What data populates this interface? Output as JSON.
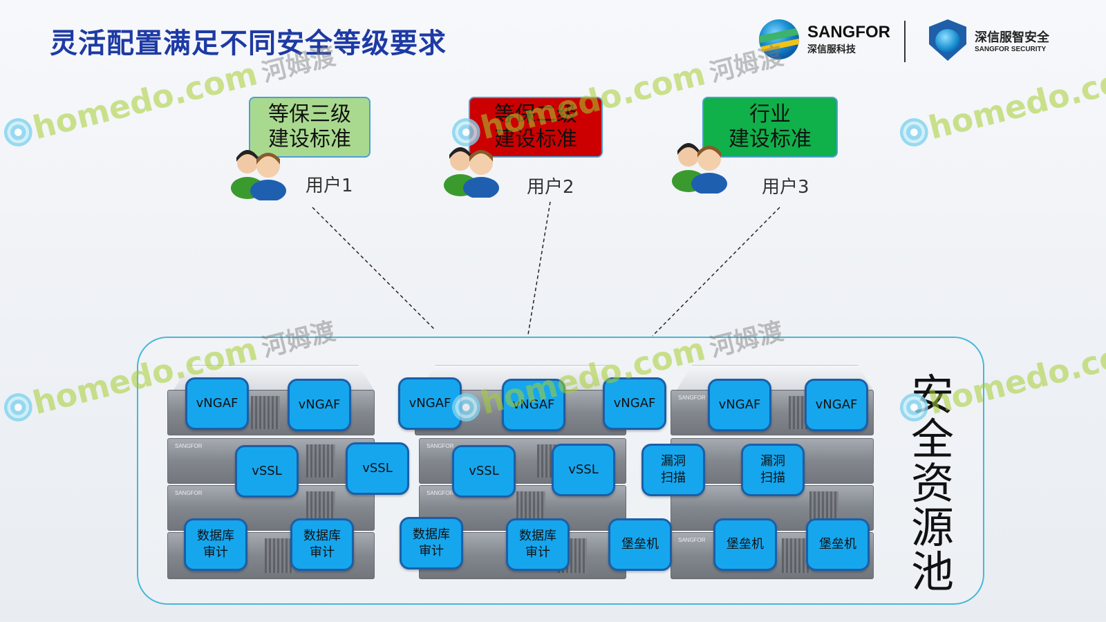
{
  "title": "灵活配置满足不同安全等级要求",
  "logos": {
    "sangfor_en": "SANGFOR",
    "sangfor_cn": "深信服科技",
    "security_cn": "深信服智安全",
    "security_en": "SANGFOR SECURITY"
  },
  "users": [
    {
      "standard_line1": "等保三级",
      "standard_line2": "建设标准",
      "label": "用户1",
      "color": "#a9d98e"
    },
    {
      "standard_line1": "等保二级",
      "standard_line2": "建设标准",
      "label": "用户2",
      "color": "#cc0000"
    },
    {
      "standard_line1": "行业",
      "standard_line2": "建设标准",
      "label": "用户3",
      "color": "#10b04a"
    }
  ],
  "pool_title": "安全资源池",
  "chips": {
    "ngaf": "vNGAF",
    "ssl": "vSSL",
    "scan_line1": "漏洞",
    "scan_line2": "扫描",
    "db_line1": "数据库",
    "db_line2": "审计",
    "bastion": "堡垒机"
  },
  "server_brand": "SANGFOR",
  "watermark": {
    "text": "homedo.com",
    "cn": "河姆渡"
  },
  "colors": {
    "title": "#1d3aa4",
    "chip": "#16a6ee",
    "chip_border": "#1a5fa9",
    "pool_border": "#46b7d8"
  }
}
